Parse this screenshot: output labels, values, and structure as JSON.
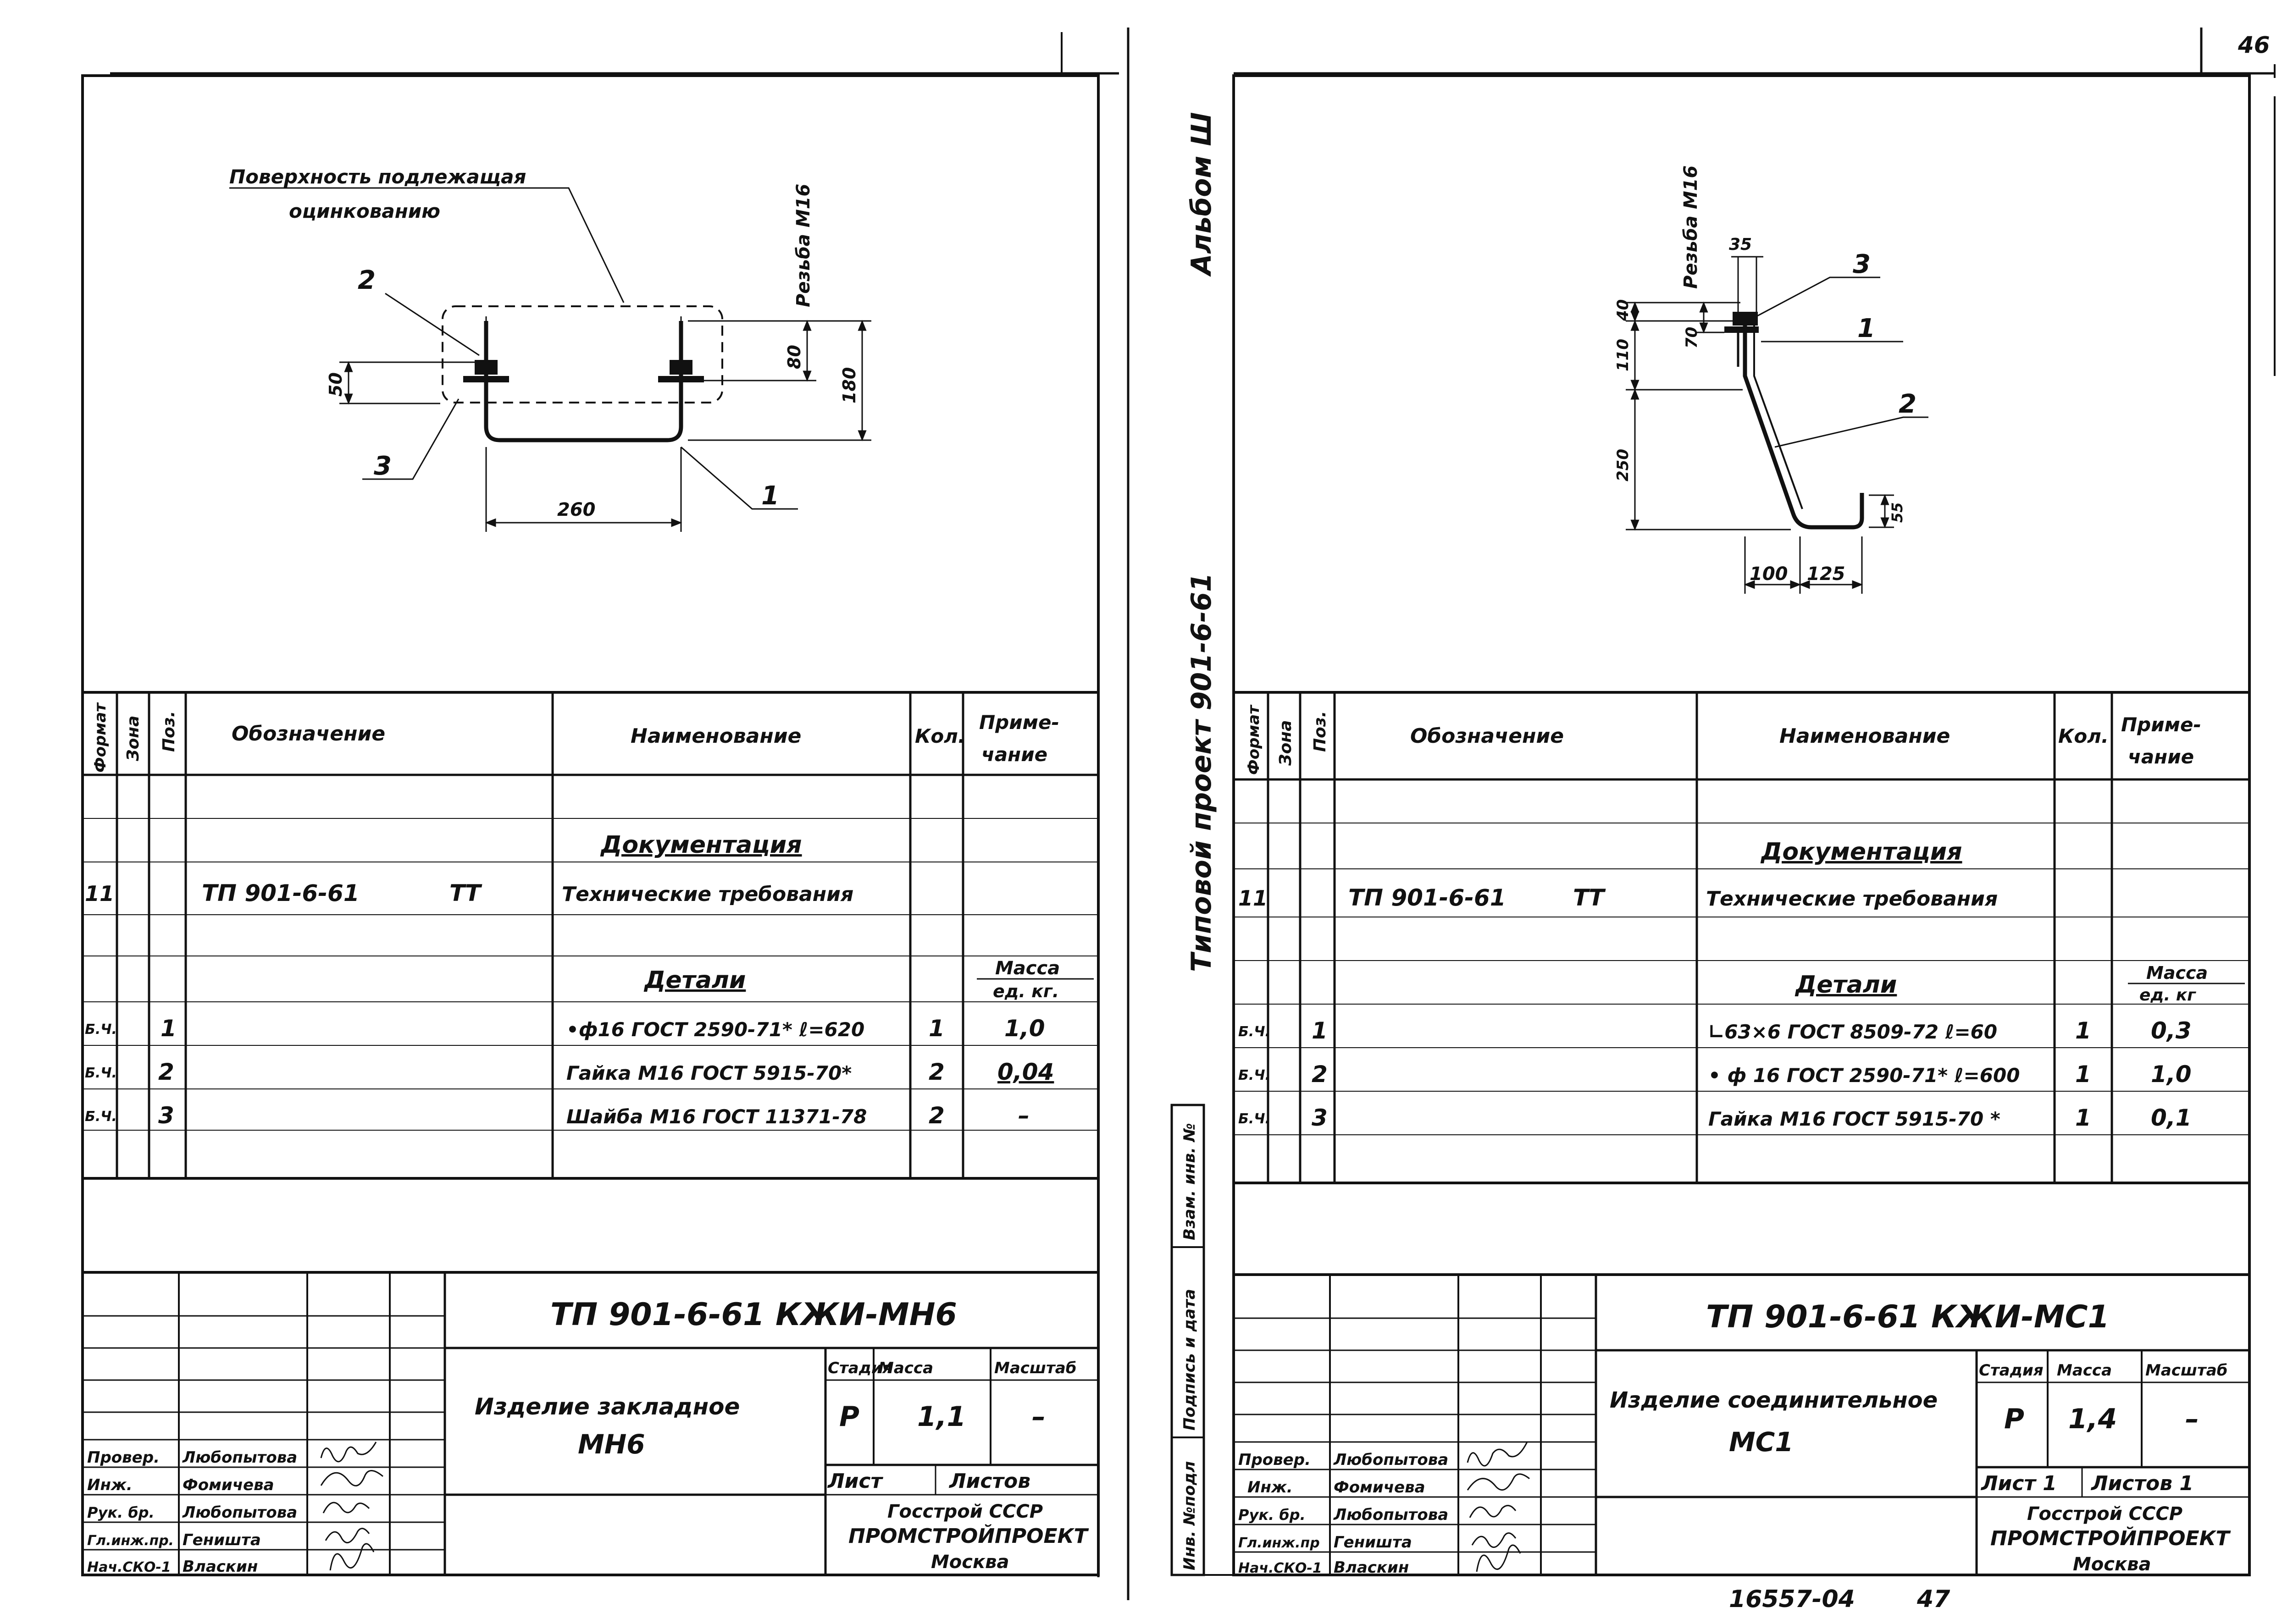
{
  "page_number": "46",
  "footer_number": "16557-04",
  "footer_page": "47",
  "side_labels": {
    "album": "Альбом Ш",
    "project": "Типовой   проект   901-6-61"
  },
  "stamp_labels": {
    "inv_podl": "Инв. №подл",
    "podpis_data": "Подпись и дата",
    "vzam_inv": "Взам. инв. №"
  },
  "sheets": [
    {
      "drawing": {
        "surface_label_1": "Поверхность подлежащая",
        "surface_label_2": "оцинкованию",
        "thread": "Резьба М16",
        "dim_50": "50",
        "dim_80": "80",
        "dim_180": "180",
        "dim_260": "260",
        "callout_1": "1",
        "callout_2": "2",
        "callout_3": "3"
      },
      "table": {
        "headers": [
          "Формат",
          "Зона",
          "Поз.",
          "Обозначение",
          "Наименование",
          "Кол.",
          "Приме-",
          "чание"
        ],
        "section_doc": "Документация",
        "doc_row": {
          "format": "11",
          "designation": "ТП 901-6-61",
          "code": "ТТ",
          "name": "Технические требования"
        },
        "section_parts": "Детали",
        "mass_header_1": "Масса",
        "mass_header_2": "ед. кг.",
        "rows": [
          {
            "format": "Б.Ч.",
            "pos": "1",
            "name": "•ф16 ГОСТ 2590-71* ℓ=620",
            "qty": "1",
            "note": "1,0"
          },
          {
            "format": "Б.Ч.",
            "pos": "2",
            "name": "Гайка М16 ГОСТ 5915-70*",
            "qty": "2",
            "note": "0,04"
          },
          {
            "format": "Б.Ч.",
            "pos": "3",
            "name": "Шайба М16 ГОСТ 11371-78",
            "qty": "2",
            "note": "–"
          }
        ]
      },
      "title_block": {
        "code": "ТП 901-6-61   КЖИ-МН6",
        "product_1": "Изделие   закладное",
        "product_2": "МН6",
        "stage_h": "Стадия",
        "mass_h": "Масса",
        "scale_h": "Масштаб",
        "stage": "Р",
        "mass": "1,1",
        "scale": "–",
        "sheet_h": "Лист",
        "sheets_h": "Листов",
        "org_1": "Госстрой СССР",
        "org_2": "ПРОМСТРОЙПРОЕКТ",
        "org_3": "Москва",
        "people": [
          {
            "role": "Провер.",
            "name": "Любопытова"
          },
          {
            "role": "Инж.",
            "name": "Фомичева"
          },
          {
            "role": "Рук. бр.",
            "name": "Любопытова"
          },
          {
            "role": "Гл.инж.пр.",
            "name": "Геништа"
          },
          {
            "role": "Нач.СКО-1",
            "name": "Власкин"
          }
        ]
      }
    },
    {
      "drawing": {
        "thread": "Резьба М16",
        "dim_35": "35",
        "dim_40": "40",
        "dim_70": "70",
        "dim_110": "110",
        "dim_250": "250",
        "dim_55": "55",
        "dim_100": "100",
        "dim_125": "125",
        "callout_1": "1",
        "callout_2": "2",
        "callout_3": "3"
      },
      "table": {
        "headers": [
          "Формат",
          "Зона",
          "Поз.",
          "Обозначение",
          "Наименование",
          "Кол.",
          "Приме-",
          "чание"
        ],
        "section_doc": "Документация",
        "doc_row": {
          "format": "11",
          "designation": "ТП 901-6-61",
          "code": "ТТ",
          "name": "Технические требования"
        },
        "section_parts": "Детали",
        "mass_header_1": "Масса",
        "mass_header_2": "ед. кг",
        "rows": [
          {
            "format": "Б.Ч.",
            "pos": "1",
            "name": "∟63×6 ГОСТ 8509-72 ℓ=60",
            "qty": "1",
            "note": "0,3"
          },
          {
            "format": "Б.Ч.",
            "pos": "2",
            "name": "• ф 16 ГОСТ 2590-71* ℓ=600",
            "qty": "1",
            "note": "1,0"
          },
          {
            "format": "Б.Ч.",
            "pos": "3",
            "name": "Гайка М16 ГОСТ 5915-70 *",
            "qty": "1",
            "note": "0,1"
          }
        ]
      },
      "title_block": {
        "code": "ТП 901-6-61      КЖИ-МС1",
        "product_1": "Изделие   соединительное",
        "product_2": "МС1",
        "stage_h": "Стадия",
        "mass_h": "Масса",
        "scale_h": "Масштаб",
        "stage": "Р",
        "mass": "1,4",
        "scale": "–",
        "sheet_h": "Лист 1",
        "sheets_h": "Листов 1",
        "org_1": "Госстрой СССР",
        "org_2": "ПРОМСТРОЙПРОЕКТ",
        "org_3": "Москва",
        "people": [
          {
            "role": "Провер.",
            "name": "Любопытова"
          },
          {
            "role": "Инж.",
            "name": "Фомичева"
          },
          {
            "role": "Рук. бр.",
            "name": "Любопытова"
          },
          {
            "role": "Гл.инж.пр",
            "name": "Геништа"
          },
          {
            "role": "Нач.СКО-1",
            "name": "Власкин"
          }
        ]
      }
    }
  ]
}
